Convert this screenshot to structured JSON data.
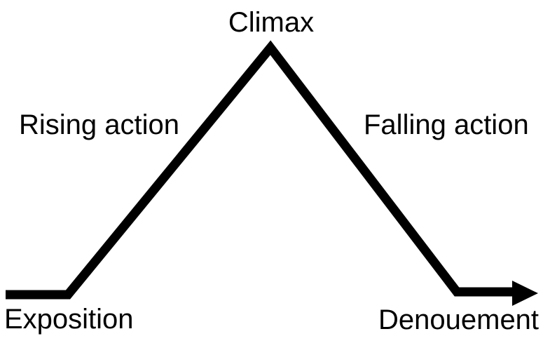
{
  "diagram": {
    "type": "plot-structure-pyramid",
    "background_color": "#ffffff",
    "line_color": "#000000",
    "labels": {
      "climax": "Climax",
      "rising_action": "Rising action",
      "falling_action": "Falling action",
      "exposition": "Exposition",
      "denouement": "Denouement"
    },
    "stages_in_order": [
      "Exposition",
      "Rising action",
      "Climax",
      "Falling action",
      "Denouement"
    ]
  }
}
